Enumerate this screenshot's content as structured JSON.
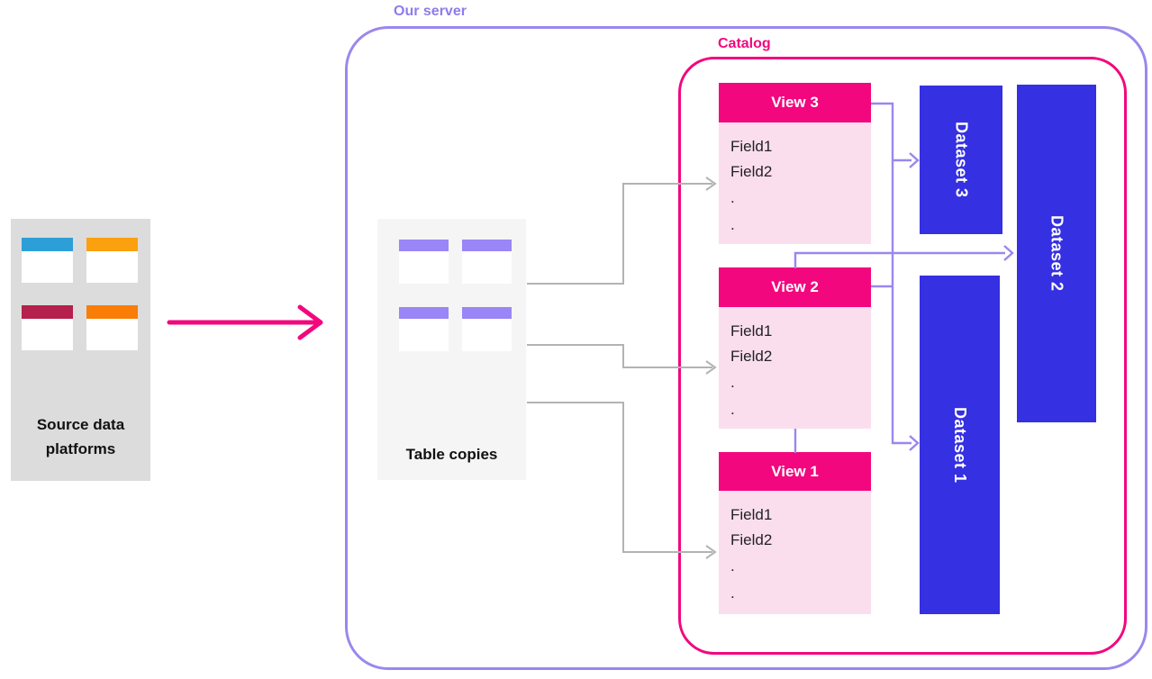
{
  "server": {
    "label": "Our server"
  },
  "catalog": {
    "label": "Catalog"
  },
  "source": {
    "label": "Source data platforms"
  },
  "table_copies": {
    "label": "Table copies"
  },
  "views": [
    {
      "title": "View 3",
      "fields": [
        "Field1",
        "Field2",
        ".",
        "."
      ]
    },
    {
      "title": "View 2",
      "fields": [
        "Field1",
        "Field2",
        ".",
        "."
      ]
    },
    {
      "title": "View 1",
      "fields": [
        "Field1",
        "Field2",
        ".",
        "."
      ]
    }
  ],
  "datasets": [
    {
      "title": "Dataset 3"
    },
    {
      "title": "Dataset 2"
    },
    {
      "title": "Dataset 1"
    }
  ],
  "colors": {
    "server_border": "#9B87EE",
    "server_label_text": "#8F7BED",
    "catalog_accent": "#F2077E",
    "view_header_bg": "#F2077E",
    "view_body_bg": "#FBDEEE",
    "dataset_blue": "#3530E1",
    "copy_table_header": "#9A86F6",
    "source_box_bg": "#DCDCDC",
    "copies_box_bg": "#F5F5F5",
    "connector_gray": "#B3B3B3",
    "source_table_colors": [
      "#2D9FD8",
      "#FBA00F",
      "#B5204C",
      "#F97D07"
    ]
  }
}
